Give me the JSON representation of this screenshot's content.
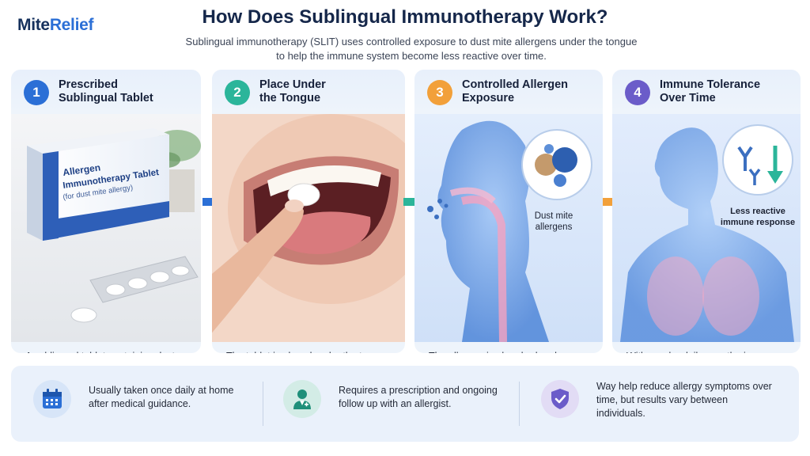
{
  "brand": {
    "part1": "Mite",
    "part2": "Relief"
  },
  "title": "How Does Sublingual Immunotherapy Work?",
  "subtitle_line1": "Sublingual immunotherapy (SLIT) uses controlled exposure to dust mite allergens under the tongue",
  "subtitle_line2": "to help the immune system become less reactive over time.",
  "steps": [
    {
      "number": "1",
      "title": "Prescribed\nSublingual Tablet",
      "color": "#2b6fd6",
      "box_label": "Allergen\nImmunotherapy Tablet\n(for dust mite allergy)",
      "description": "A sublingual tablet containing dust mite allergens is prescribed by an allergist for the treatment of dust mite allergy."
    },
    {
      "number": "2",
      "title": "Place Under\nthe Tongue",
      "color": "#2bb59a",
      "description": "The tablet is placed under the tongue, where it dissolves and is absorbed through the lining of the mouth."
    },
    {
      "number": "3",
      "title": "Controlled Allergen\nExposure",
      "color": "#f2a03a",
      "image_label": "Dust mite\nallergens",
      "description": "The allergen is absorbed and recognized by the immune system in a controlled way, which can help reduce sensitivity over time."
    },
    {
      "number": "4",
      "title": "Immune Tolerance\nOver Time",
      "color": "#6b5cc9",
      "image_label": "Less reactive\nimmune response",
      "description": "With regular daily use, the immune system can become more tolerant to dust mite allergens, which may help reduce allergy symptoms over time."
    }
  ],
  "footer": [
    {
      "icon": "calendar-icon",
      "text": "Usually taken once daily at home after medical guidance."
    },
    {
      "icon": "doctor-icon",
      "text": "Requires a prescription and ongoing follow up with an allergist."
    },
    {
      "icon": "shield-check-icon",
      "text": "Way help reduce allergy symptoms over time, but results vary between individuals."
    }
  ]
}
